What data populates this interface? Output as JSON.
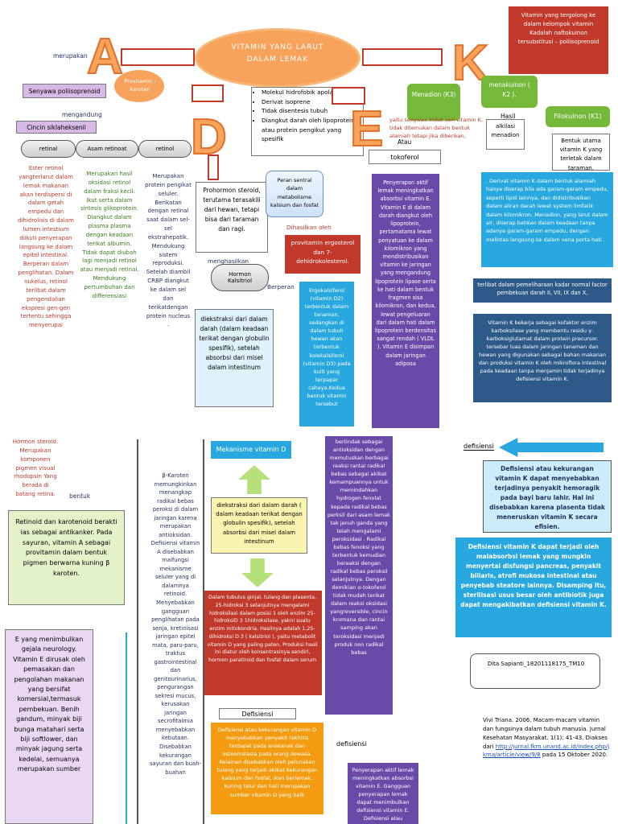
{
  "center": {
    "title_line1": "VITAMIN YANG LARUT",
    "title_line2": "DALAM LEMAK",
    "traits": [
      "Molekul hidrofobik apolar",
      "Derivat isoprene",
      "Tidak disentesis tubuh",
      "Diangkut darah oleh lipoprotein atau protein pengikut yang spesifik"
    ]
  },
  "letters": {
    "a": "A",
    "d": "D",
    "e": "E",
    "k": "K"
  },
  "vitA": {
    "merupakan": "merupakan",
    "provitamin": "Provitamin : karoten",
    "senyawa": "Senyawa poliisoprenoid",
    "mengandung": "mengandung",
    "cincin": "Cincin siklaheksenil",
    "pills": [
      "retinal",
      "Asam retinoat",
      "retinol"
    ],
    "col1": "Ester retinol yangterlarut dalam lemak makanan akan terdispersi di dalam getah empedu dan dihidrolisis di dalam lumen intestium diikuti penyerapan langsung ke dalam epitel intestinal. Berperan dalam penglihatan. Dalam nukelus, retinol terlibat dalam pengendalian ekspresi gen-gen tertentu sehingga menyerupai",
    "col2": "Merupakan hasil oksidasi retinol dalam fraksi kecil. Ikut serta dalam sintesis glikoprotein. Diangkut dalam plasma plasma dengan keadaan terikat albumin. Tidak dapat diubah lagi menjadi retinol atau menjadi retinal. Mendukung pertumbuhan dan differensiasi",
    "col3": "Merupakan protein pengikat seluler. Berikatan dengan retinal saat dalam sel-sel ekstrahepatik. Mendukung sistem reproduksi. Setelah diambil CRBP diangkut ke dalam sel dan terikatdengan protein nucleus .",
    "hormon": "Hormon steroid. Merupakan komponen pigmen visual rhodopsin Yang berada di batang retina.",
    "bentuk": "bentuk",
    "retinoid": "Retinoid dan karotenoid berakti ias sebagai antikanker. Pada sayuran, vitamin A sebagai provitamin dalam bentuk pigmen berwarna kuning β karoten.",
    "betakaroten": "β-Karoten memungkinkan menangkap radikal bebas peroksi di dalam jaringan karena merupakan antioksidan. Defisiensi vitamin A disebabkan malfungsi mekanisme seluler yang di dalamnya retinoid. Menyebabkan gangguan penglihatan pada senja, kretinisasi jaringan epitel mata, paru-paru, traktus gastrointestinal dan genitourinarius, pengurangan sekresi mucus, kerusakan jaringan secrofitalmia menyebabkan kebutaan. Disebabkan kekurangan sayuran dan buah-buahan"
  },
  "vitD": {
    "prohormon": "Prohormon steroid, terutama terasakili dari hewan, tetapi bisa dari taraman dan ragi.",
    "menghasilkan": "menghasilkan",
    "hormon": "Hormon Kalsitriol",
    "peran": "Peran sentral dalam metabolisme kalsium dan fosfat",
    "dihasilkan": "Dihasilkan oleh",
    "provitamin": "provitamin ergosterol dan 7-dehidrokolesterol.",
    "berperan": "Berperan",
    "ergo": "Ergokalsiferol (vitamin D2) terbentuk dalam tanaman, sedangkan di dalam tubuh hewan akan terbentuk kolekalsiferol (vitamin D3) pada kulit yang terpapar cahaya.Kedua bentuk vitamin tersebut",
    "diekstraksi": "diekstraksi dari dalam darah (dalam keadaan terikat dengan globulin spesifik), setelah absorbsi dari misel dalam intestinum",
    "mekanisme": "Mekanisme vitamin D",
    "diekstraksi2": "diekstraksi dari dalam darah ( dalam keadaan terikat dengan globulin spesifik), setelah absorbsi dari misel dalam intestinum",
    "tubulus": "Dalam tubulus ginjal, tulang dan plasenta, 25-hidroksi 3 selanjutnya mengalami hidroksilasi dalam posisi 1 oleh enzim 25-hidroksiD 3 1hidroksilase, yakni suatu enzim mitokondria. Hasilnya adalah 1,25-dihidroksi D 3 ( kalsitriol ), yaitu metabolit vitamin D yang paling paten. Produksi hasil ini diatur oleh konsentrasinya sendiri, hormon paratiroid dan fosfat dalam serum",
    "defisiensi_label": "Defisiensi",
    "defisiensi": "Defisiensi atau kekurangan vitamin D menyebabkan penyakit rakhitis terdapat pada anakanak dan osteomalasia pada orang dewasa. Kelainan disebabkan oleh pelunakan tulang yang terjadi akibat kekurangan kalsium dan fosfat. Ikan berlemak, kuning telur dan hati merupakan sumber vitamin D yang baik"
  },
  "vitE": {
    "atau": "Atau",
    "tokoferol": "tokoferol",
    "penyerapan": "Penyerapan aktif lemak meningkatkan absorbsi vitamin E. Vitamin E di dalam darah diangkut oleh lipoprotein, pertamatama lewat penyatuan ke dalam kilomikron yang mendistribusikan vitamin ke jaringan yang mengandung lipoprotein lipase serta ke hati dalam bentuk fragmen sisa kilomikron, dan kedua, lewat pengeluaran dari dalam hati dalam lipoprotein berdensitas sangat rendah ( VLDL ). Vitamin E disimpan dalam jaringan adiposa",
    "antioksidan": "bertindak sebagai antioksidan dengan memutuskan berbagai reaksi rantai radikal bebas sebagai akibat kemampuannya untuk memindahkan hydrogen fenolat kepada radikal bebas perksil dari asam lemak tak jenuh ganda yang telah mengalami peroksidasi . Radikal bebas fenoksi yang terbentuk kemudian bereaksi dengan radikal bebas peroksil selanjutnya. Dengan demikian α-tokoferol tidak mudah terikat dalam reaksi oksidasi yangreversible, cincin kromana dan rantai samping akan teroksidasi menjadi produk non radikal bebas",
    "defisiensi_label": "defisiensi",
    "defisiensi": "Penyerapan aktif lemak meningkatkan absorbsi vitamin E. Gangguan penyerapan lemak dapat menimbulkan defisiensi vitamin E. Defisiensi atau",
    "neurology": "E yang menimbulkan gejala neurology. Vitamin E dirusak oleh pemasakan dan pengolahan makanan yang bersifat komersial,termasuk pembekuan. Benih gandum, minyak biji bunga matahari serta biji softlower, dan minyak jagung serta kedelai, semuanya merupakan sumber"
  },
  "vitK": {
    "definisi": "Vitamin yang tergolong ke dalam kelompok vitamin Kadalah naftokuinon tersubstitusi – poliisoprenoid",
    "hasil": "Hasil",
    "menadion": "Menadion (K3)",
    "menakuinon": "menakuinon ( K2 ).",
    "alkilasi": "alkilasi menadion",
    "filokuinon": "Filokuinon (K1)",
    "senyawa": "yaitu senyawa induk seri vitamin K, tidak ditemukan dalam bentuk alamiah tetapi jika diberikan,",
    "bentuk_utama": "Bentuk utama vitamin K yang terletak dalam taraman.",
    "penjelasan": ". Derivat vitamin K dalam bentuk alamiah hanya diserap bila ada garam-garam empedu, seperti lipid lainnya, dan didistribusikan dalam aliran darah lewat system limfatik dalam kilomikron. Menadion, yang larut dalam air, diserap bahkan dalam keadaan tanpa adanya garam-garam empedu, dengan melintas langsung ke dalam vena porta hati .",
    "terlibat": "terlibat dalam pemeliharaan kadar normal factor pembekuan darah II, VII, IX dan X,",
    "kofaktor": "Vitamin K bekerja sebagai kofaktor enzim karboksilase yang membentu residu γ-karboksiglutamat dalam protein precursor. tersebar luas dalam jaringan tanaman dan hewan yang digunakan sebagai bahan makanan dan produksi vitamin K oleh mikroflora intestinal pada keadaan tanpa menjamin tidak terjadinya defisiensi vitamin K.",
    "defisiensi_label": "defisiensi",
    "defisiensi1": "Defisiensi atau kekurangan vitamin K dapat menyebabkan terjadinya penyakit hemoragik pada bayi baru lahir. Hal ini disebabkan karena plasenta tidak meneruskan vitamin K secara efisien.",
    "defisiensi2": "Defisiensi vitamin K dapat terjadi oleh malabsorbsi lemak yang mungkin menyertai disfungsi pancreas, penyakit biliaris, atrofi mukosa intestinal atau penyebab steatore lainnya. Disamping itu, sterilisasi usus besar oleh antibiotik juga dapat mengakibatkan defisiensi vitamin K."
  },
  "author": "Dita Sapianti_18201118175_TM10",
  "reference": {
    "text1": "Vivi Triana. 2006. Macam-macam vitamin dan fungsinya dalam tubuh manusia. Jurnal Kesehatan Masyarakat. 1(1): 41-43. Diakses dari",
    "link": "http://jurnal.fkm.unand.ac.id/index.php/jkma/article/view/9/8",
    "text2": "pada 15 Oktober 2020."
  },
  "colors": {
    "orange": "#f7a35c",
    "blue": "#29a8e0",
    "purple": "#6a4aa8",
    "red": "#c0392b",
    "green": "#76b83a",
    "navy": "#2e5a8a",
    "yellow": "#f8f4b0"
  }
}
